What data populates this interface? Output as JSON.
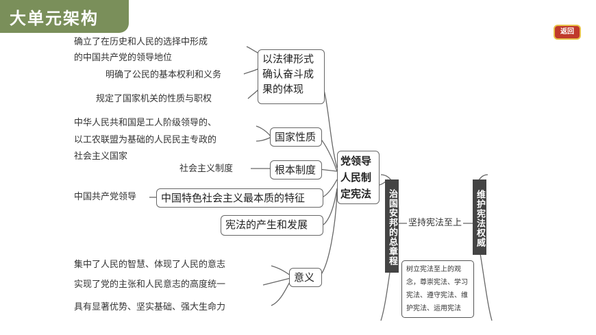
{
  "header": {
    "title": "大单元架构"
  },
  "back_button": {
    "label": "返回"
  },
  "center": {
    "label": "党领导人民制定宪法"
  },
  "branches": {
    "b1": {
      "label": "以法律形式确认奋斗成果的体现",
      "leaves": [
        "确立了在历史和人民的选择中形成",
        "的中国共产党的领导地位",
        "明确了公民的基本权利和义务",
        "规定了国家机关的性质与职权"
      ]
    },
    "b2": {
      "label": "国家性质",
      "leaves": [
        "中华人民共和国是工人阶级领导的、",
        "以工农联盟为基础的人民民主专政的",
        "社会主义国家"
      ]
    },
    "b3": {
      "label": "根本制度",
      "leaves": [
        "社会主义制度"
      ]
    },
    "b4": {
      "label": "中国特色社会主义最本质的特征",
      "leaves": [
        "中国共产党领导"
      ]
    },
    "b5": {
      "label": "宪法的产生和发展"
    },
    "b6": {
      "label": "意义",
      "leaves": [
        "集中了人民的智慧、体现了人民的意志",
        "实现了党的主张和人民意志的高度统一",
        "具有显著优势、坚实基础、强大生命力"
      ]
    }
  },
  "right": {
    "left_column": "治国安邦的总章程",
    "right_column": "维护宪法权威",
    "middle": "坚持宪法至上",
    "note": [
      "树立宪法至上的观",
      "念，尊崇宪法、学习",
      "宪法、遵守宪法、维",
      "护宪法、运用宪法"
    ]
  },
  "colors": {
    "header_bg": "#7a8f5a",
    "back_bg": "#c0392b",
    "column_bg": "#444444"
  }
}
